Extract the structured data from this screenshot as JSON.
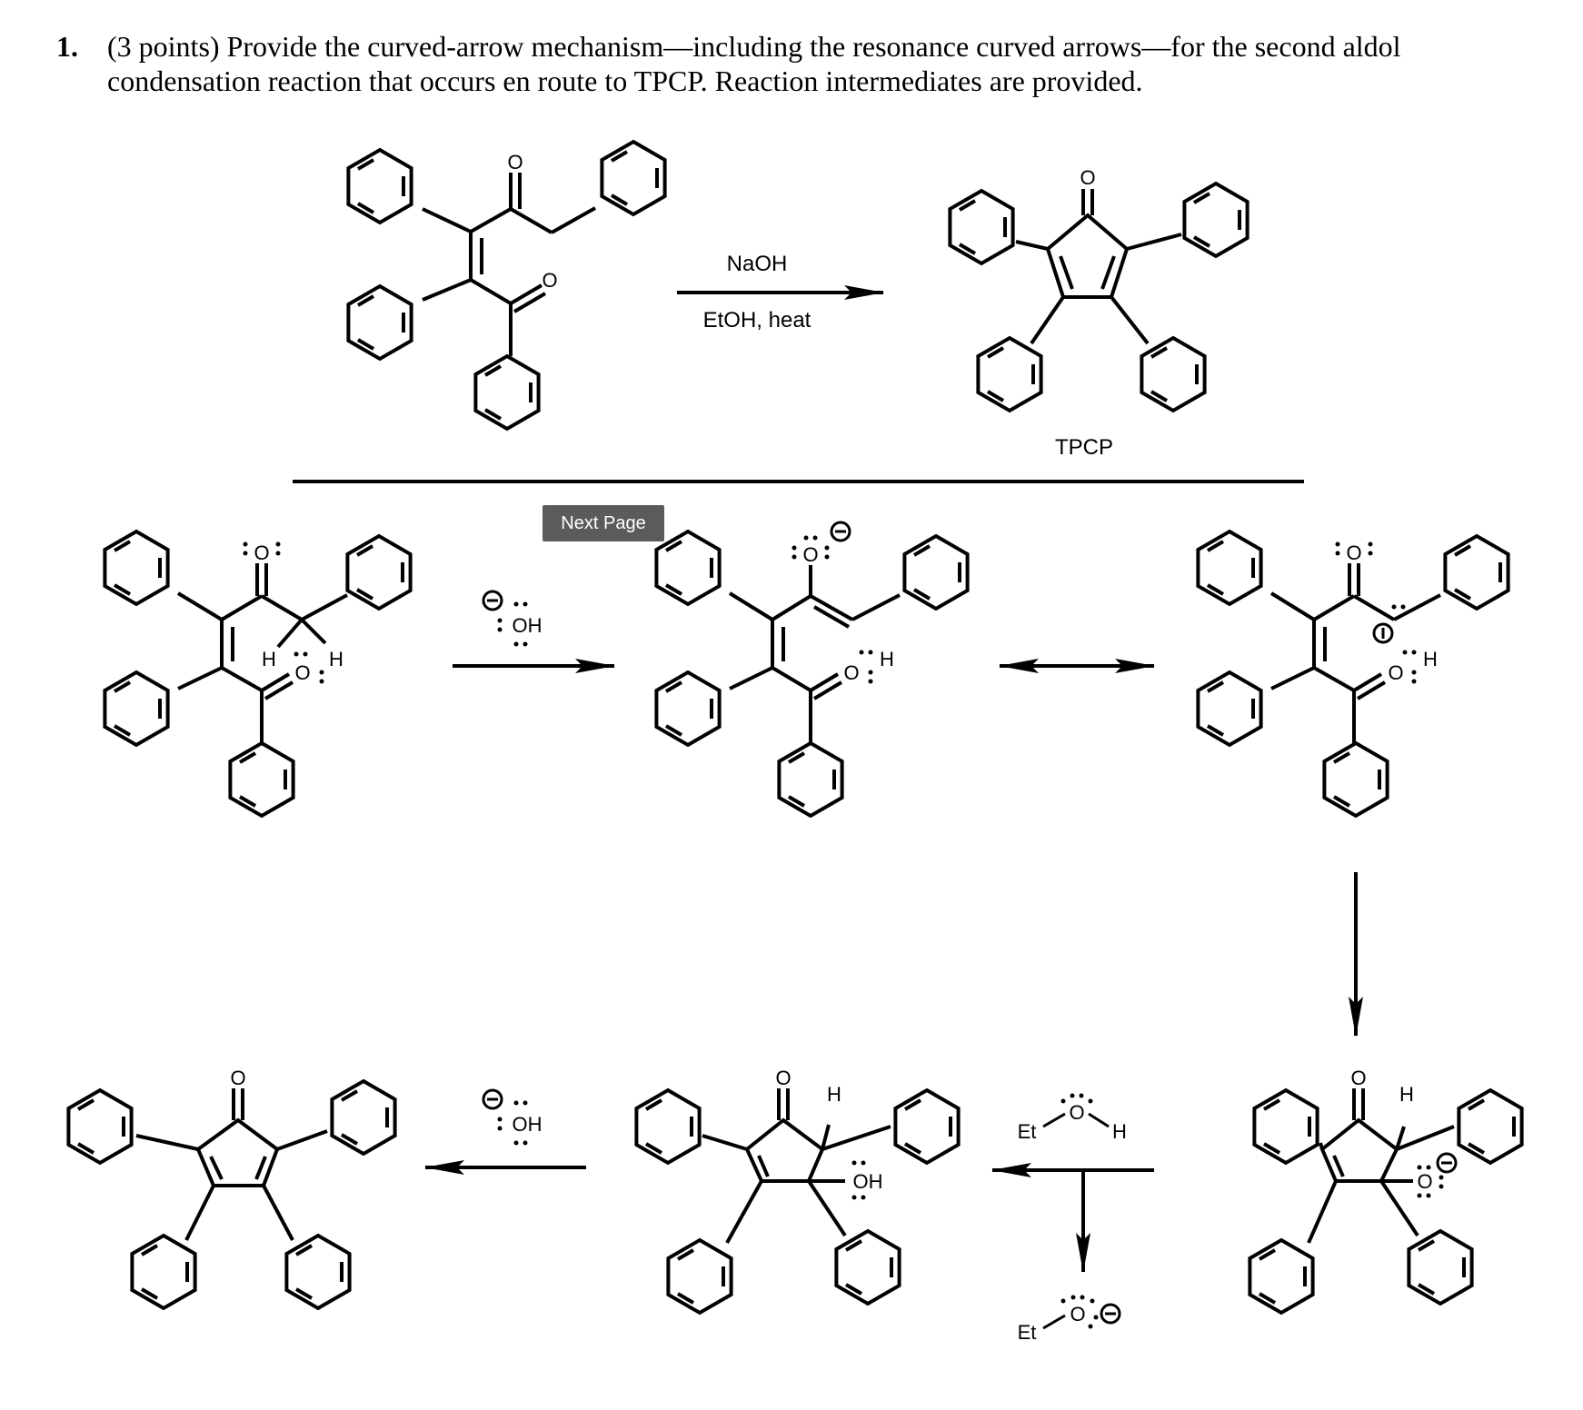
{
  "question": {
    "number": "1.",
    "text": "(3 points) Provide the curved-arrow mechanism—including the resonance curved arrows—for the second aldol condensation reaction that occurs en route to TPCP. Reaction intermediates are provided."
  },
  "overview": {
    "reagent_top": "NaOH",
    "reagent_bottom": "EtOH, heat",
    "product_label": "TPCP"
  },
  "mechanism": {
    "base_label": "OH",
    "ethanol_left": "Et",
    "ethanol_oxygen": "O",
    "ethanol_h": "H",
    "ethoxide_left": "Et",
    "ethoxide_oxygen": "O",
    "alkoxide_oxygen": "O",
    "alcohol_label": "OH",
    "carbonyl_oxygen": "O",
    "hydrogen": "H"
  },
  "controls": {
    "next_page_label": "Next Page"
  }
}
